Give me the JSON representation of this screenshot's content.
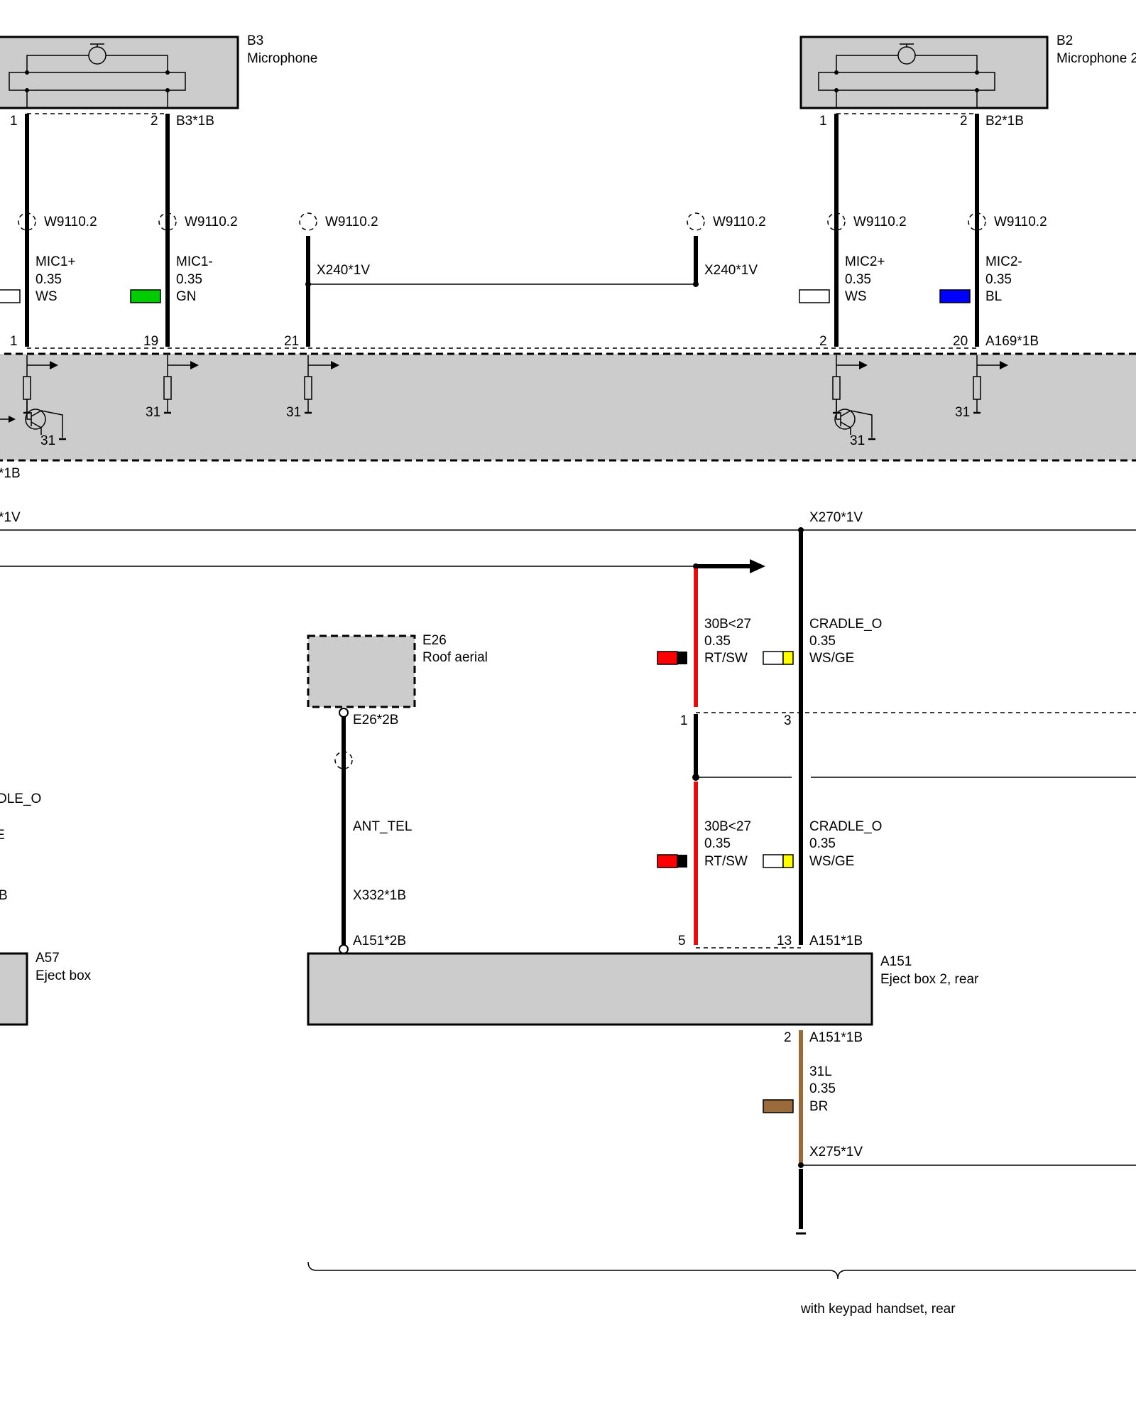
{
  "components": {
    "b3": {
      "id": "B3",
      "name": "Microphone",
      "connector": "B3*1B",
      "pin1": "1",
      "pin2": "2"
    },
    "b2": {
      "id": "B2",
      "name": "Microphone 2",
      "connector": "B2*1B",
      "pin1": "1",
      "pin2": "2"
    },
    "a169": {
      "connector": "A169*1B",
      "pin_mic1_plus": "1",
      "pin_mic1_minus": "19",
      "pin_x240": "21",
      "pin_mic2_plus": "2",
      "pin_mic2_minus": "20",
      "label_left_partial": "*1B",
      "ground": "31"
    },
    "e26": {
      "id": "E26",
      "name": "Roof aerial",
      "connector": "E26*2B"
    },
    "a57": {
      "id": "A57",
      "name": "Eject box"
    },
    "a151": {
      "id": "A151",
      "name": "Eject box 2, rear",
      "connector_2b": "A151*2B",
      "connector_1b": "A151*1B",
      "pin5": "5",
      "pin13": "13",
      "pin2": "2"
    }
  },
  "shields": {
    "label": "W9110.2"
  },
  "splices": {
    "x240": "X240*1V",
    "x270": "X270*1V",
    "x270_left_partial": "*1V",
    "x275": "X275*1V",
    "x332": "X332*1B",
    "left_partial_b": "B"
  },
  "wires": {
    "mic1_plus": {
      "signal": "MIC1+",
      "gauge": "0.35",
      "color_code": "WS",
      "color": "#ffffff"
    },
    "mic1_minus": {
      "signal": "MIC1-",
      "gauge": "0.35",
      "color_code": "GN",
      "color": "#00cc00"
    },
    "mic2_plus": {
      "signal": "MIC2+",
      "gauge": "0.35",
      "color_code": "WS",
      "color": "#ffffff"
    },
    "mic2_minus": {
      "signal": "MIC2-",
      "gauge": "0.35",
      "color_code": "BL",
      "color": "#0000ff"
    },
    "b30_upper": {
      "signal": "30B<27",
      "gauge": "0.35",
      "color_code": "RT/SW",
      "color": "#ff0000",
      "stripe": "#000000",
      "pin": "1"
    },
    "cradle_upper": {
      "signal": "CRADLE_O",
      "gauge": "0.35",
      "color_code": "WS/GE",
      "color": "#ffffff",
      "stripe": "#ffff00",
      "pin": "3"
    },
    "b30_lower": {
      "signal": "30B<27",
      "gauge": "0.35",
      "color_code": "RT/SW"
    },
    "cradle_lower": {
      "signal": "CRADLE_O",
      "gauge": "0.35",
      "color_code": "WS/GE"
    },
    "ant_tel": {
      "signal": "ANT_TEL"
    },
    "gnd_31l": {
      "signal": "31L",
      "gauge": "0.35",
      "color_code": "BR",
      "color": "#9a6a3a"
    },
    "left_partial_cradle": {
      "signal": "DLE_O",
      "color_code": "E"
    }
  },
  "footnote": "with keypad handset, rear"
}
